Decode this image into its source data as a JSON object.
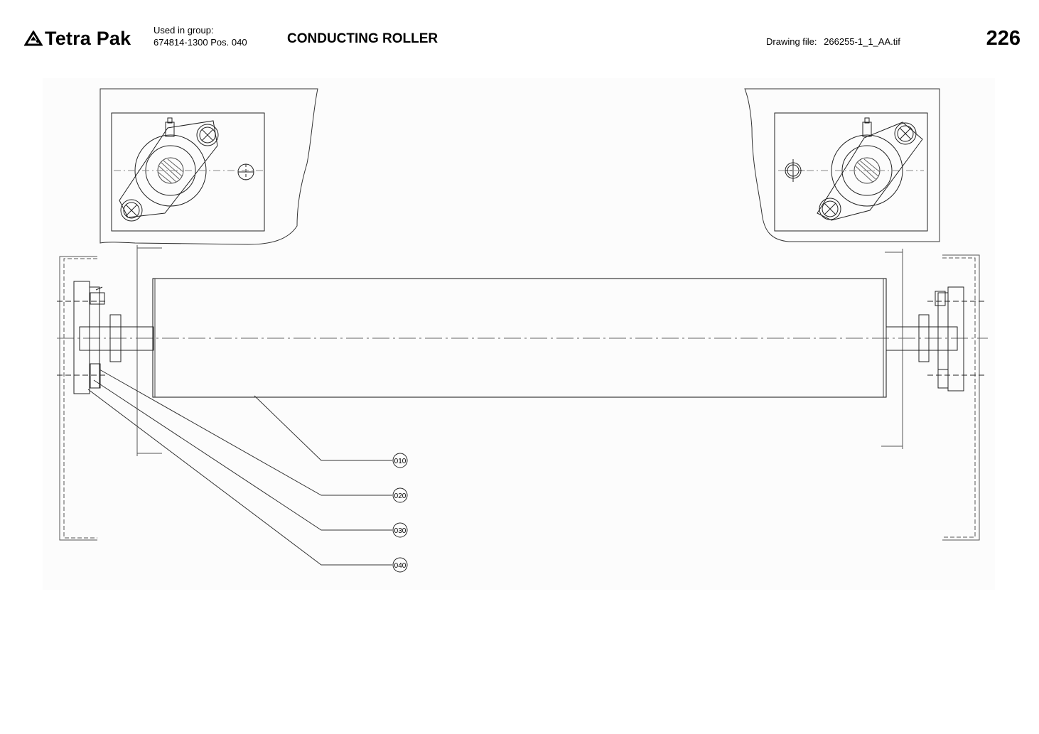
{
  "header": {
    "brand": "Tetra Pak",
    "group_label": "Used in group:",
    "group_value": "674814-1300 Pos. 040",
    "title": "CONDUCTING ROLLER",
    "drawing_file_label": "Drawing file:",
    "drawing_file_value": "266255-1_1_AA.tif",
    "page_number": "226"
  },
  "callouts": [
    {
      "label": "010"
    },
    {
      "label": "020"
    },
    {
      "label": "030"
    },
    {
      "label": "040"
    }
  ],
  "icons": {
    "logo": "tetra-pak-triangle-icon"
  }
}
